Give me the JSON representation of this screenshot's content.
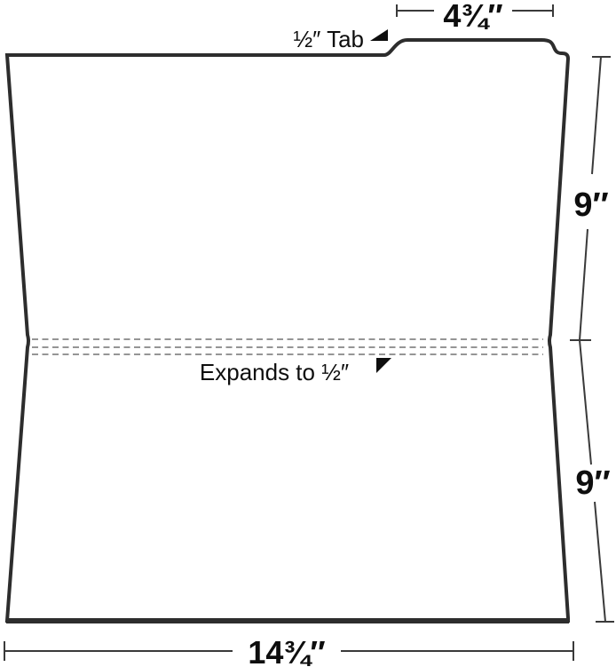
{
  "diagram": {
    "labels": {
      "tab_width": "4¾″",
      "tab": "½″ Tab",
      "upper_height": "9″",
      "lower_height": "9″",
      "expansion": "Expands to ½″",
      "total_width": "14¾″"
    },
    "icons": {
      "tab_pointer": "filled-triangle-lower-right",
      "expansion_pointer": "filled-triangle-upper-left"
    },
    "colors": {
      "background": "#ffffff",
      "folder_outline": "#2d2d2d",
      "measurement_line": "#3a3a3a",
      "fold_dashes": "#868686",
      "label_text": "#0e0e0e"
    }
  }
}
